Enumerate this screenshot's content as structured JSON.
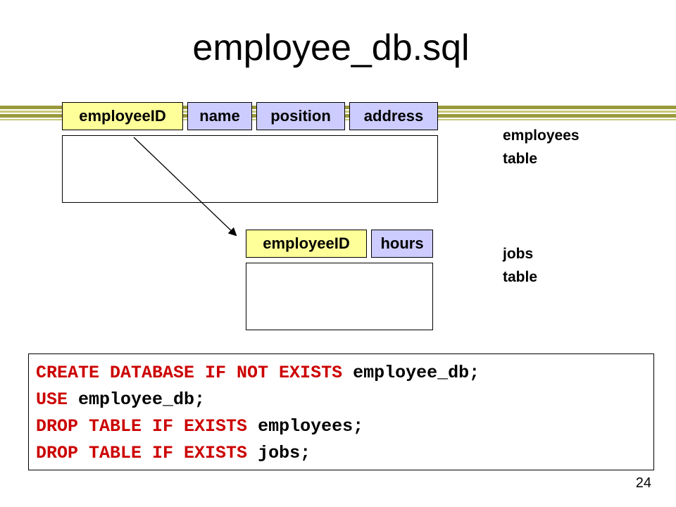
{
  "slide": {
    "title": "employee_db.sql",
    "page_number": "24"
  },
  "employees_table": {
    "headers": [
      "employeeID",
      "name",
      "position",
      "address"
    ],
    "label_line1": "employees",
    "label_line2": "table"
  },
  "jobs_table": {
    "headers": [
      "employeeID",
      "hours"
    ],
    "label_line1": "jobs",
    "label_line2": "table"
  },
  "code": {
    "lines": [
      {
        "keyword": "CREATE DATABASE IF NOT EXISTS ",
        "identifier": "employee_db;"
      },
      {
        "keyword": "USE ",
        "identifier": "employee_db;"
      },
      {
        "keyword": "DROP TABLE IF EXISTS ",
        "identifier": "employees;"
      },
      {
        "keyword": "DROP TABLE IF EXISTS ",
        "identifier": "jobs;"
      }
    ]
  },
  "colors": {
    "key_header": "#ffff99",
    "column_header": "#ccccff",
    "sql_keyword": "#cc0000",
    "rule": "#9a9a3c"
  }
}
